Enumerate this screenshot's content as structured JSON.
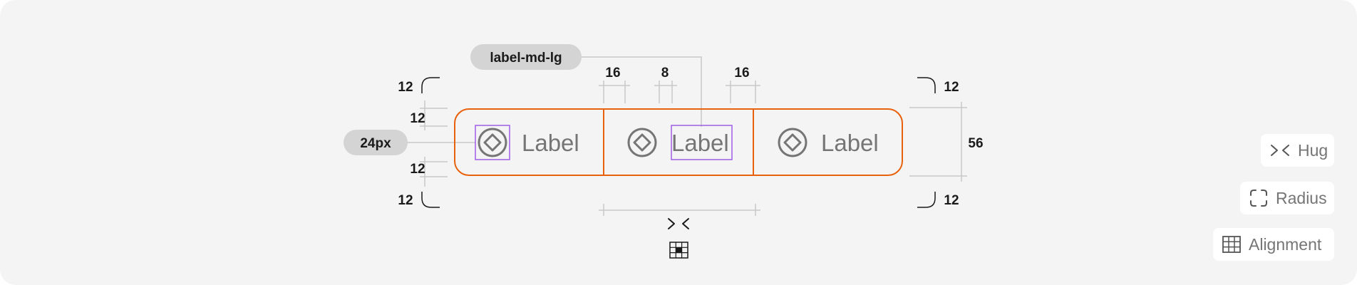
{
  "diagram": {
    "segments": [
      {
        "label": "Label"
      },
      {
        "label": "Label"
      },
      {
        "label": "Label"
      }
    ],
    "tokens": {
      "typography": "label-md-lg",
      "icon_size": "24px"
    },
    "spacing": {
      "padding_x": "16",
      "gap": "8",
      "padding_x_end": "16",
      "padding_top": "12",
      "padding_bottom": "12",
      "height": "56",
      "radius_tl": "12",
      "radius_bl": "12",
      "radius_tr": "12",
      "radius_br": "12"
    },
    "colors": {
      "outline": "#e8610c",
      "highlight": "#a05ce8",
      "guide": "#c8c8c8",
      "ink": "#1a1a1a",
      "label": "#757575"
    }
  },
  "legend": {
    "items": [
      {
        "icon": "hug-icon",
        "label": "Hug"
      },
      {
        "icon": "radius-icon",
        "label": "Radius"
      },
      {
        "icon": "alignment-grid-icon",
        "label": "Alignment"
      }
    ]
  }
}
